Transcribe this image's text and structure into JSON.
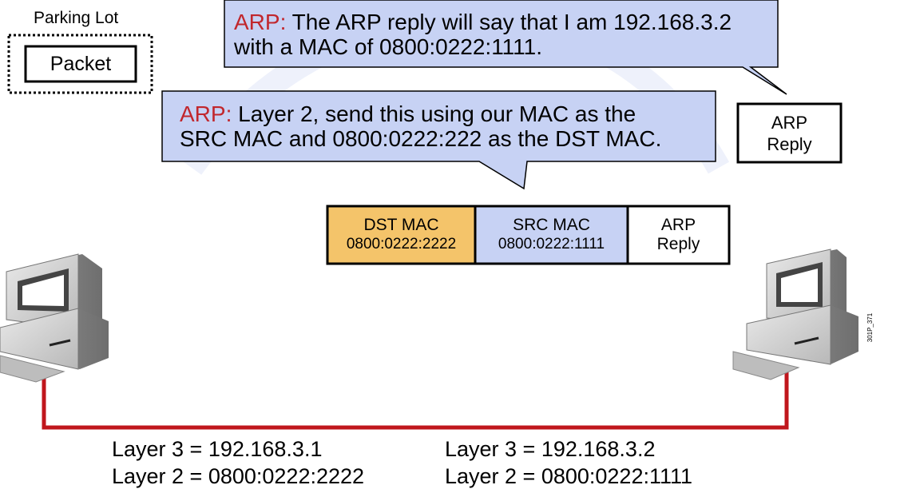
{
  "parking_lot": {
    "title": "Parking Lot",
    "packet_label": "Packet"
  },
  "bubble_top": {
    "prefix": "ARP:",
    "line1": " The ARP reply will say that I am 192.168.3.2",
    "line2": "with a MAC of 0800:0222:1111."
  },
  "bubble_mid": {
    "prefix": "ARP:",
    "line1": " Layer 2, send this using our MAC as the",
    "line2": "SRC MAC and 0800:0222:222 as the DST MAC."
  },
  "arp_reply_box": {
    "line1": "ARP",
    "line2": "Reply"
  },
  "frame": {
    "dst": {
      "label": "DST MAC",
      "value": "0800:0222:2222"
    },
    "src": {
      "label": "SRC MAC",
      "value": "0800:0222:1111"
    },
    "payload": {
      "line1": "ARP",
      "line2": "Reply"
    }
  },
  "host_left": {
    "layer3": "Layer 3 = 192.168.3.1",
    "layer2": "Layer 2 = 0800:0222:2222"
  },
  "host_right": {
    "layer3": "Layer 3 = 192.168.3.2",
    "layer2": "Layer 2 = 0800:0222:1111"
  },
  "figure_code": "301P_371",
  "colors": {
    "bubble_fill": "#c7d2f4",
    "dst_fill": "#f4c46a",
    "src_fill": "#c7d2f4",
    "link": "#c0161c",
    "arp_word": "#c1272d"
  },
  "icons": [
    "computer-left-icon",
    "computer-right-icon"
  ]
}
